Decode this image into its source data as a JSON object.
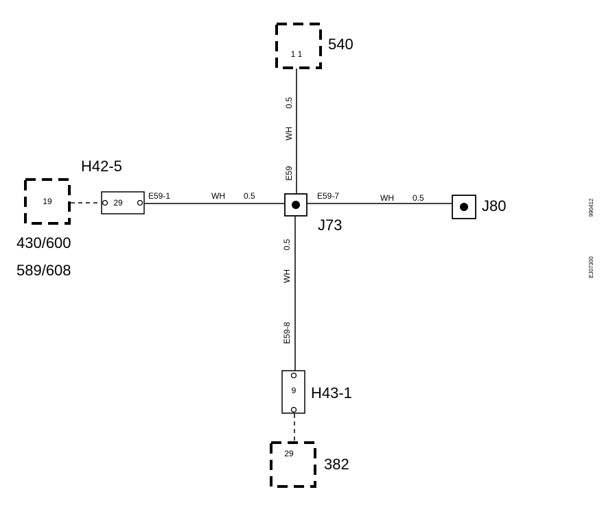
{
  "components": {
    "top": {
      "ref": "540",
      "pin": "1 1"
    },
    "left_ecu": {
      "pin": "19",
      "refs": [
        "430/600",
        "589/608"
      ]
    },
    "left_connector": {
      "ref": "H42-5",
      "pin": "29"
    },
    "splice": {
      "ref": "J73"
    },
    "right_splice": {
      "ref": "J80"
    },
    "bottom_connector": {
      "ref": "H43-1",
      "pin": "9"
    },
    "bottom": {
      "ref": "382",
      "pin": "29"
    }
  },
  "wires": {
    "top": {
      "id": "E59",
      "color": "WH",
      "size": "0.5"
    },
    "left": {
      "id": "E59-1",
      "color": "WH",
      "size": "0.5"
    },
    "right": {
      "id": "E59-7",
      "color": "WH",
      "size": "0.5"
    },
    "bottom": {
      "id": "E59-8",
      "color": "WH",
      "size": "0.5"
    }
  },
  "margin_codes": [
    "990412",
    "EJ07300"
  ]
}
